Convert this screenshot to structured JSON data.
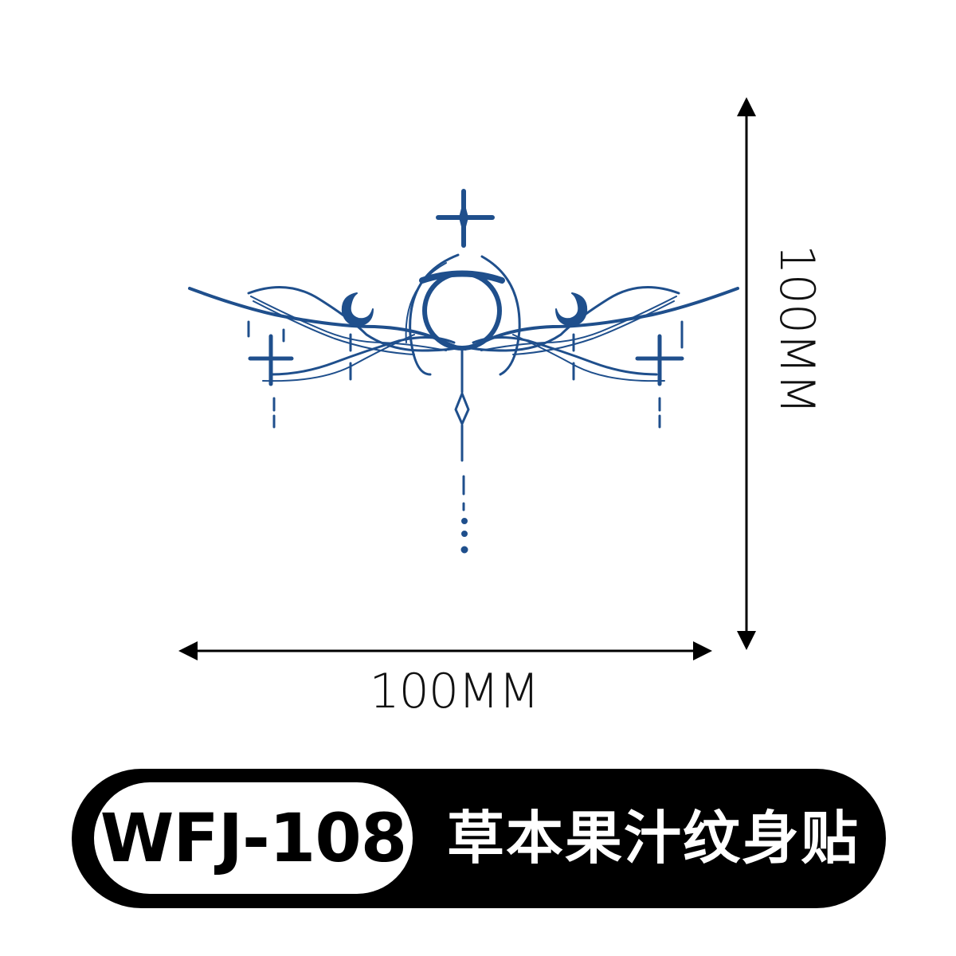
{
  "dimensions": {
    "width_label": "100MM",
    "height_label": "100MM"
  },
  "product": {
    "code": "WFJ-108",
    "title": "草本果汁纹身贴"
  },
  "colors": {
    "tattoo_ink": "#1f4f8c",
    "arrow": "#000000",
    "banner_bg": "#000000",
    "pill_bg": "#ffffff",
    "title_text": "#ffffff"
  },
  "icons": {
    "tattoo": "tattoo-design-icon",
    "horizontal_arrow": "double-arrow-horizontal-icon",
    "vertical_arrow": "double-arrow-vertical-icon"
  }
}
